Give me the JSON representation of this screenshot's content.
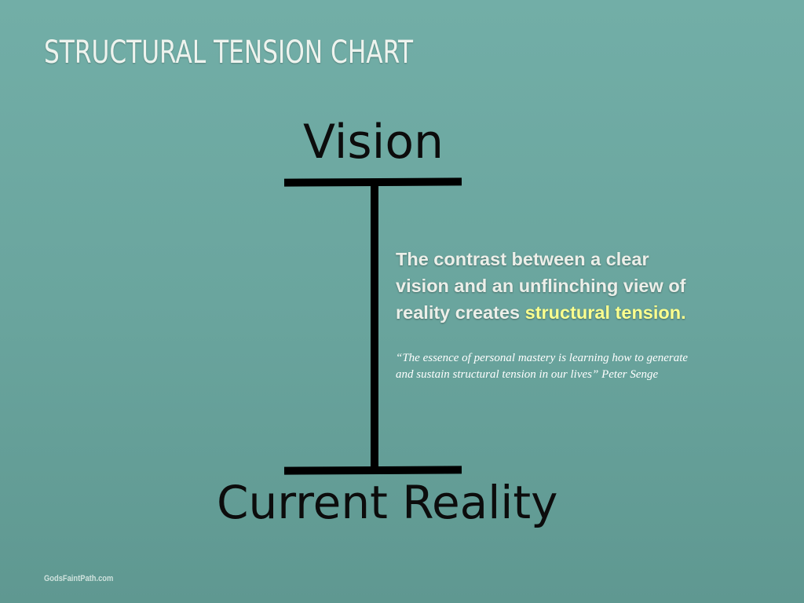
{
  "slide": {
    "title": "STRUCTURAL TENSION CHART",
    "top_label": "Vision",
    "bottom_label": "Current Reality",
    "statement": {
      "text_before": "The contrast between a clear vision and an unflinching view of reality creates ",
      "highlight": "structural tension.",
      "highlight_color": "#fbff8e"
    },
    "quote": "“The essence of personal mastery is learning how to generate and sustain structural tension in our lives”  Peter Senge",
    "watermark": "GodsFaintPath.com"
  },
  "colors": {
    "background": "#6aa59e",
    "title": "#eef3ee",
    "lines": "#000000",
    "statement": "#ecefe9"
  }
}
